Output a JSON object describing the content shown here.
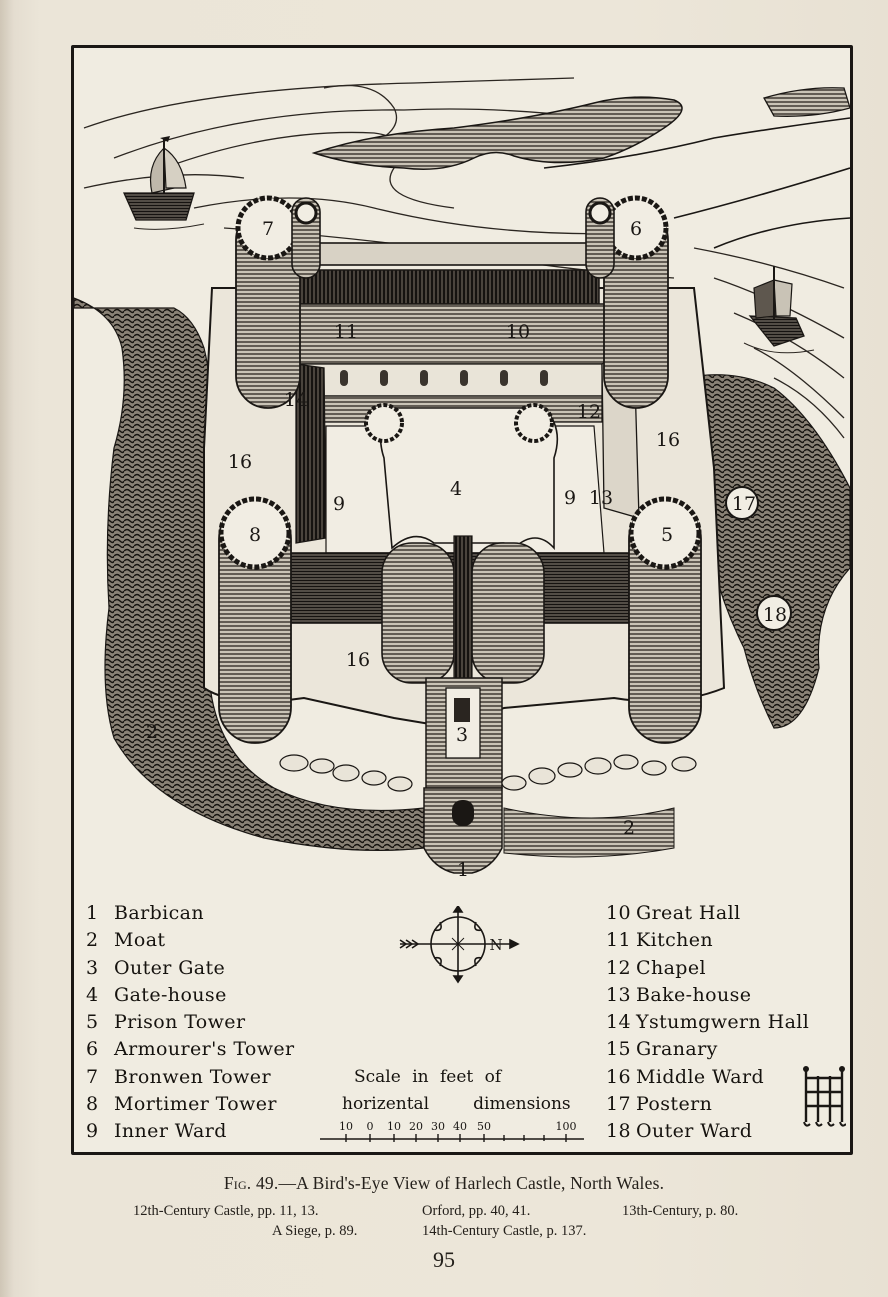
{
  "page": {
    "page_number": "95",
    "colors": {
      "paper": "#ece6d9",
      "ink": "#1a1714",
      "plate": "#f0ece1"
    }
  },
  "figure": {
    "map_labels": [
      "7",
      "6",
      "11",
      "10",
      "14",
      "12",
      "16",
      "16",
      "4",
      "9",
      "9",
      "13",
      "17",
      "8",
      "5",
      "18",
      "16",
      "2",
      "3",
      "2",
      "1"
    ],
    "legend_left": [
      {
        "num": "1",
        "label": "Barbican"
      },
      {
        "num": "2",
        "label": "Moat"
      },
      {
        "num": "3",
        "label": "Outer Gate"
      },
      {
        "num": "4",
        "label": "Gate-house"
      },
      {
        "num": "5",
        "label": "Prison Tower"
      },
      {
        "num": "6",
        "label": "Armourer's Tower"
      },
      {
        "num": "7",
        "label": "Bronwen Tower"
      },
      {
        "num": "8",
        "label": "Mortimer Tower"
      },
      {
        "num": "9",
        "label": "Inner Ward"
      }
    ],
    "legend_right": [
      {
        "num": "10",
        "label": "Great Hall"
      },
      {
        "num": "11",
        "label": "Kitchen"
      },
      {
        "num": "12",
        "label": "Chapel"
      },
      {
        "num": "13",
        "label": "Bake-house"
      },
      {
        "num": "14",
        "label": "Ystumgwern Hall"
      },
      {
        "num": "15",
        "label": "Granary"
      },
      {
        "num": "16",
        "label": "Middle Ward"
      },
      {
        "num": "17",
        "label": "Postern"
      },
      {
        "num": "18",
        "label": "Outer Ward"
      }
    ],
    "compass": {
      "north_label": "N"
    },
    "scale": {
      "line1": "Scale in feet of",
      "line2a": "horizental",
      "line2b": "dimensions",
      "ticks": [
        "10",
        "0",
        "10",
        "20",
        "30",
        "40",
        "50",
        "100"
      ]
    }
  },
  "caption": {
    "fig_prefix": "Fig. 49.",
    "title": "—A Bird's-Eye View of Harlech Castle, North Wales.",
    "xrefs_row1": [
      "12th-Century Castle, pp. 11, 13.",
      "Orford, pp. 40, 41.",
      "13th-Century, p. 80."
    ],
    "xrefs_row2": [
      "A Siege, p. 89.",
      "14th-Century Castle, p. 137."
    ]
  }
}
